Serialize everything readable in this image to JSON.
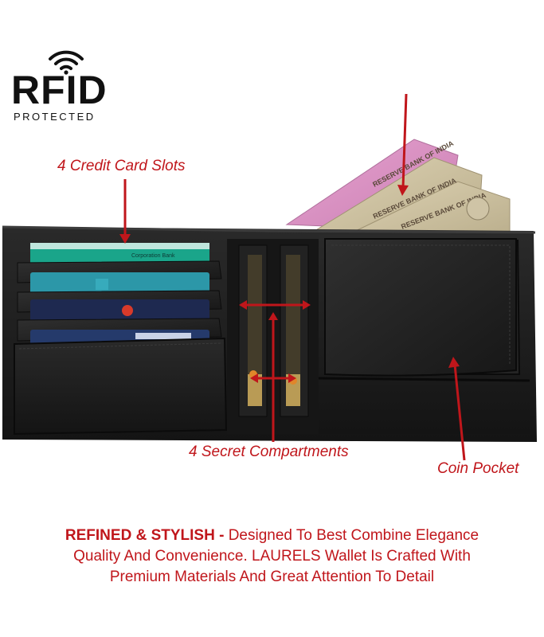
{
  "badge": {
    "title": "RFID",
    "subtitle": "PROTECTED"
  },
  "callouts": {
    "card_slots": "4 Credit Card Slots",
    "secret_compartments": "4 Secret Compartments",
    "coin_pocket": "Coin Pocket"
  },
  "notes": {
    "bank_label": "RESERVE BANK OF INDIA",
    "card_label": "Corporation Bank"
  },
  "caption": {
    "lead": "REFINED & STYLISH - ",
    "line1": "Designed To Best Combine Elegance",
    "line2": "Quality And Convenience. LAURELS Wallet Is Crafted With",
    "line3": "Premium Materials And Great Attention To Detail"
  },
  "colors": {
    "accent": "#c0161b",
    "wallet": "#1c1c1c",
    "note_pink": "#d98bbd",
    "note_tan": "#cbbf9e"
  },
  "icons": {
    "rfid": "wifi-signal-icon"
  }
}
